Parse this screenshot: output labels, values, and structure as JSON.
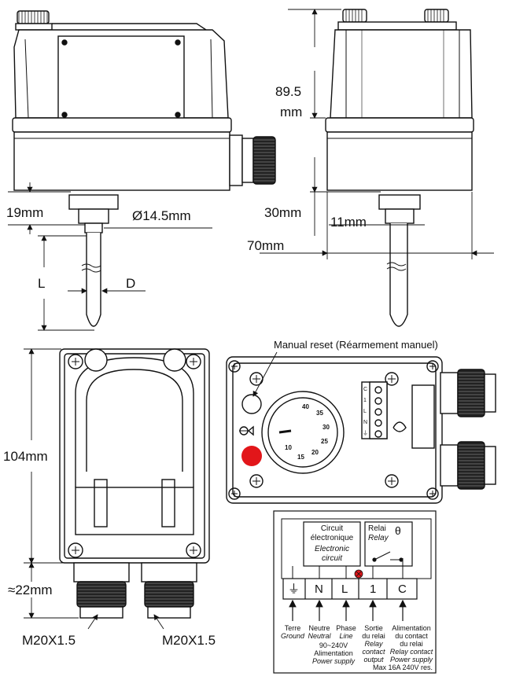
{
  "dimensions": {
    "d_19mm": "19mm",
    "d_diam": "Ø14.5mm",
    "d_L": "L",
    "d_D": "D",
    "d_89_5": "89.5",
    "d_mm": "mm",
    "d_30mm": "30mm",
    "d_11mm": "11mm",
    "d_70mm": "70mm",
    "d_104mm": "104mm",
    "d_22mm": "≈22mm",
    "gland_left": "M20X1.5",
    "gland_right": "M20X1.5"
  },
  "manual_reset": "Manual reset (Réarmement manuel)",
  "dial": {
    "scale": [
      "10",
      "15",
      "20",
      "25",
      "30",
      "35",
      "40"
    ]
  },
  "terminal_block_labels": [
    "C",
    "1",
    "L",
    "N",
    "⏚"
  ],
  "wiring": {
    "circuit_fr": "Circuit",
    "circuit_fr2": "électronique",
    "circuit_en": "Electronic",
    "circuit_en2": "circuit",
    "relai_fr": "Relai",
    "relai_en": "Relay",
    "theta": "θ",
    "terminals": [
      "⏚",
      "N",
      "L",
      "1",
      "C"
    ],
    "cap_terre_fr": "Terre",
    "cap_terre_en": "Ground",
    "cap_neutre_fr": "Neutre",
    "cap_neutre_en": "Neutral",
    "cap_phase_fr": "Phase",
    "cap_phase_en": "Line",
    "cap_voltage": "90~240V",
    "cap_alim_fr": "Alimentation",
    "cap_alim_en": "Power supply",
    "cap_sortie_fr1": "Sortie",
    "cap_sortie_fr2": "du relai",
    "cap_sortie_en1": "Relay",
    "cap_sortie_en2": "contact",
    "cap_sortie_en3": "output",
    "cap_alimc_fr1": "Alimentation",
    "cap_alimc_fr2": "du contact",
    "cap_alimc_fr3": "du relai",
    "cap_alimc_en1": "Relay contact",
    "cap_alimc_en2": "Power supply",
    "cap_max": "Max 16A 240V res."
  }
}
